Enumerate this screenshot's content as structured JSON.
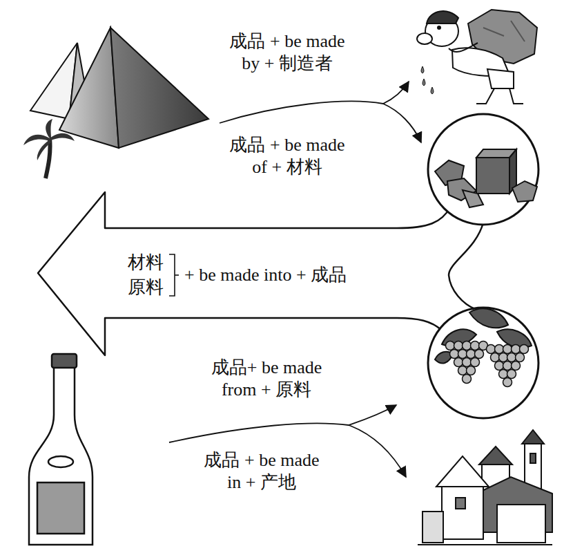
{
  "diagram": {
    "nodes": [
      {
        "text": [
          "材料",
          "原料",
          "+ be made into + 成品"
        ]
      }
    ],
    "labels": [
      "成品 + be made by + 制造者",
      "成品 + be made of + 材料",
      "成品+ be made from + 原料",
      "成品 + be made in + 产地"
    ]
  }
}
